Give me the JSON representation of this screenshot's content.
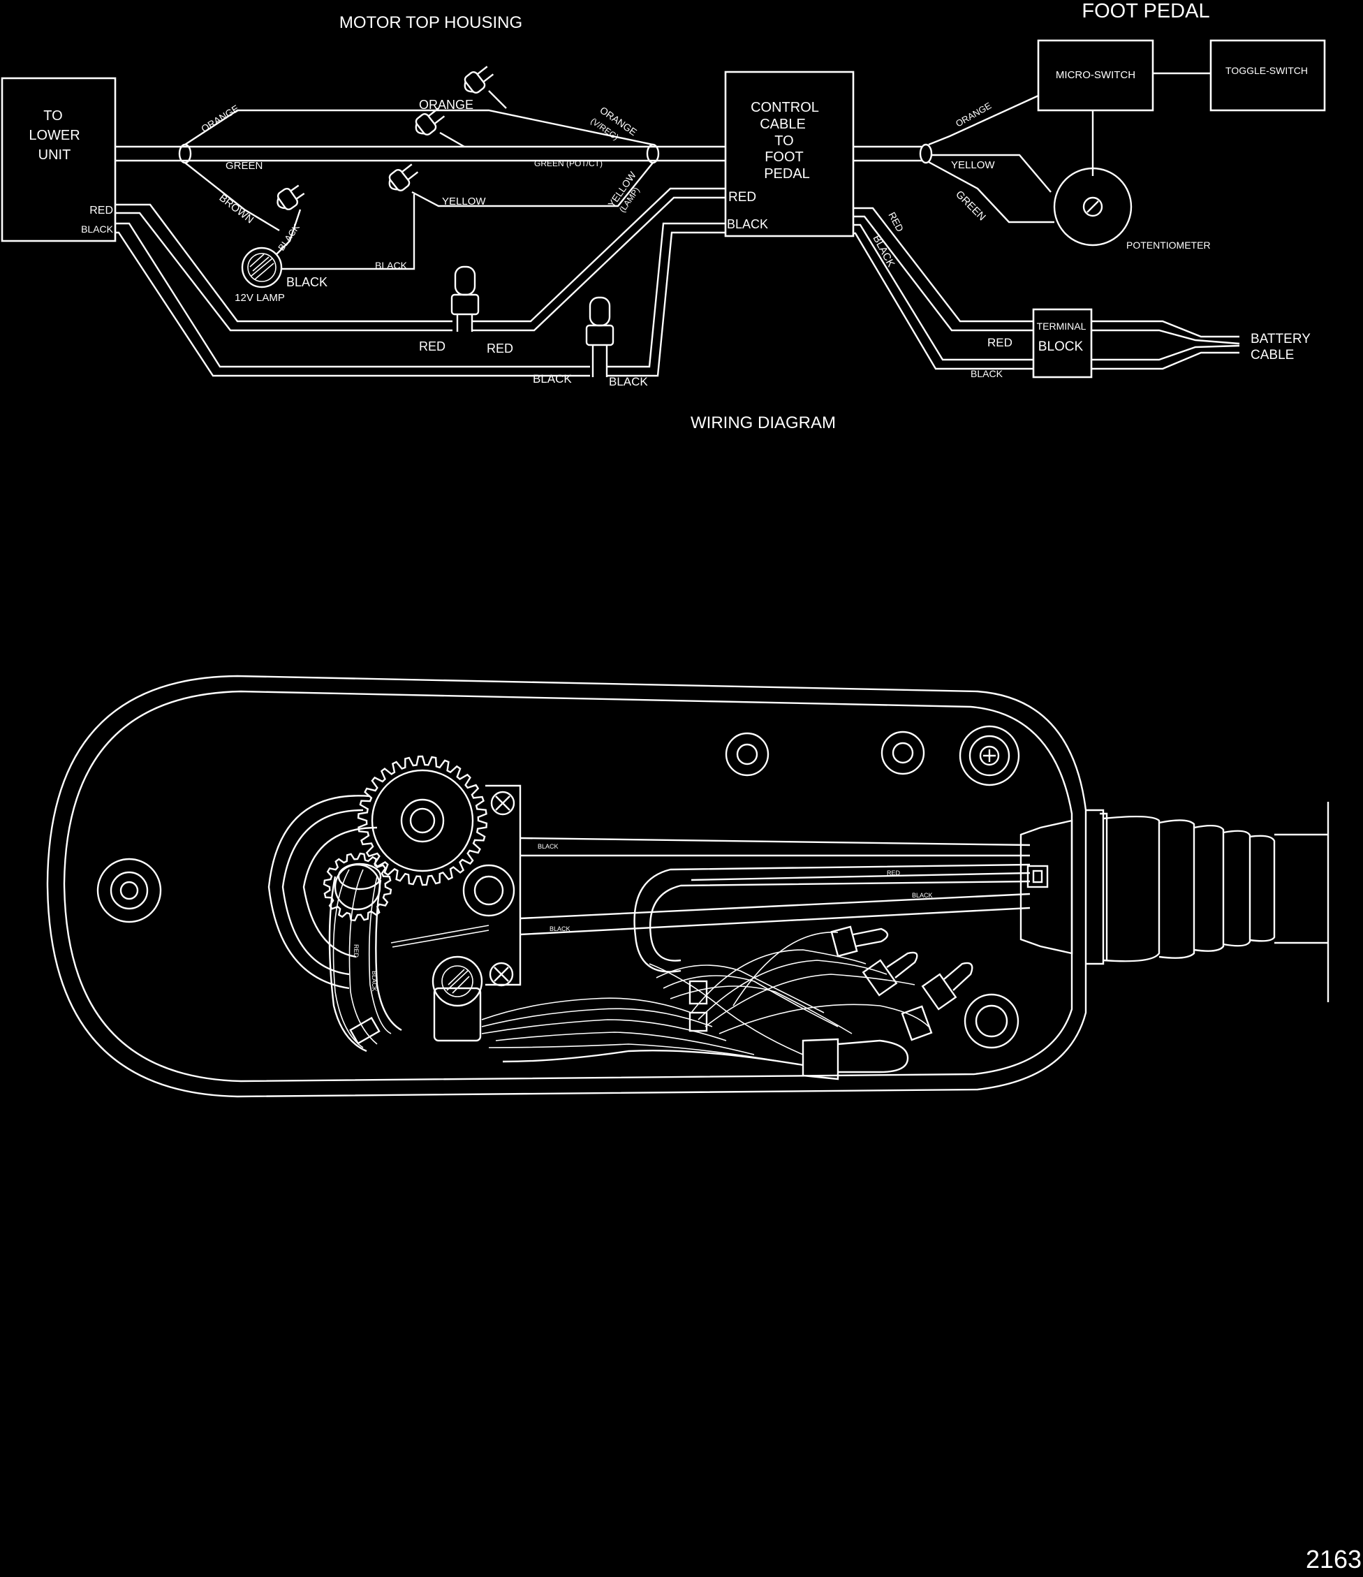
{
  "colors": {
    "background": "#000000",
    "line": "#ffffff"
  },
  "titles": {
    "motor_top_housing": "MOTOR TOP HOUSING",
    "foot_pedal": "FOOT PEDAL",
    "wiring_diagram": "WIRING DIAGRAM"
  },
  "page_number": "2163",
  "blocks": {
    "lower_unit": [
      "TO",
      "LOWER",
      "UNIT"
    ],
    "control_cable": [
      "CONTROL",
      "CABLE",
      "TO",
      "FOOT",
      "PEDAL"
    ],
    "micro_switch": "MICRO-SWITCH",
    "toggle_switch": "TOGGLE-SWITCH",
    "terminal_block": [
      "TERMINAL",
      "BLOCK"
    ],
    "potentiometer": "POTENTIOMETER",
    "lamp": "12V LAMP",
    "battery_cable": [
      "BATTERY",
      "CABLE"
    ]
  },
  "wire_labels": {
    "orange_left": "ORANGE",
    "orange_top": "ORANGE",
    "orange_vreg": "ORANGE",
    "vreg": "(V/REG)",
    "green_left": "GREEN",
    "green_potct": "GREEN (POT/CT)",
    "brown": "BROWN",
    "yellow_mid": "YELLOW",
    "yellow_lamp_1": "YELLOW",
    "yellow_lamp_2": "(LAMP)",
    "black_lamp_diag": "BLACK",
    "black_lamp_1": "BLACK",
    "black_lamp_2": "BLACK",
    "red_lower": "RED",
    "black_lower": "BLACK",
    "red_bottom_1": "RED",
    "red_bottom_2": "RED",
    "black_bottom_1": "BLACK",
    "black_bottom_2": "BLACK",
    "red_cc": "RED",
    "black_cc": "BLACK",
    "orange_fp": "ORANGE",
    "yellow_fp": "YELLOW",
    "green_fp": "GREEN",
    "red_diag": "RED",
    "black_diag": "BLACK",
    "red_tb": "RED",
    "black_tb": "BLACK"
  },
  "housing_labels": {
    "black_1": "BLACK",
    "red_1": "RED",
    "black_2": "BLACK",
    "black_3": "BLACK",
    "red_2": "RED",
    "black_4": "BLACK"
  }
}
